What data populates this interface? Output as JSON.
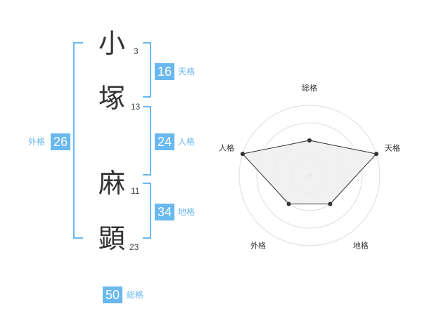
{
  "name": {
    "characters": [
      {
        "char": "小",
        "strokes": "3"
      },
      {
        "char": "塚",
        "strokes": "13"
      },
      {
        "char": "麻",
        "strokes": "11"
      },
      {
        "char": "顕",
        "strokes": "23"
      }
    ]
  },
  "fortunes": {
    "tenkaku": {
      "value": "16",
      "label": "天格"
    },
    "jinkaku": {
      "value": "24",
      "label": "人格"
    },
    "chikaku": {
      "value": "34",
      "label": "地格"
    },
    "gaikaku": {
      "value": "26",
      "label": "外格"
    },
    "soukaku": {
      "value": "50",
      "label": "総格"
    }
  },
  "colors": {
    "accent": "#6ab8f0",
    "text": "#333333",
    "ring": "#dddddd"
  },
  "chart_data": {
    "type": "radar",
    "axes": [
      "総格",
      "天格",
      "地格",
      "外格",
      "人格"
    ],
    "values": [
      2,
      4,
      2,
      2,
      4
    ],
    "rmax": 4,
    "rings": 4,
    "grid": true
  }
}
